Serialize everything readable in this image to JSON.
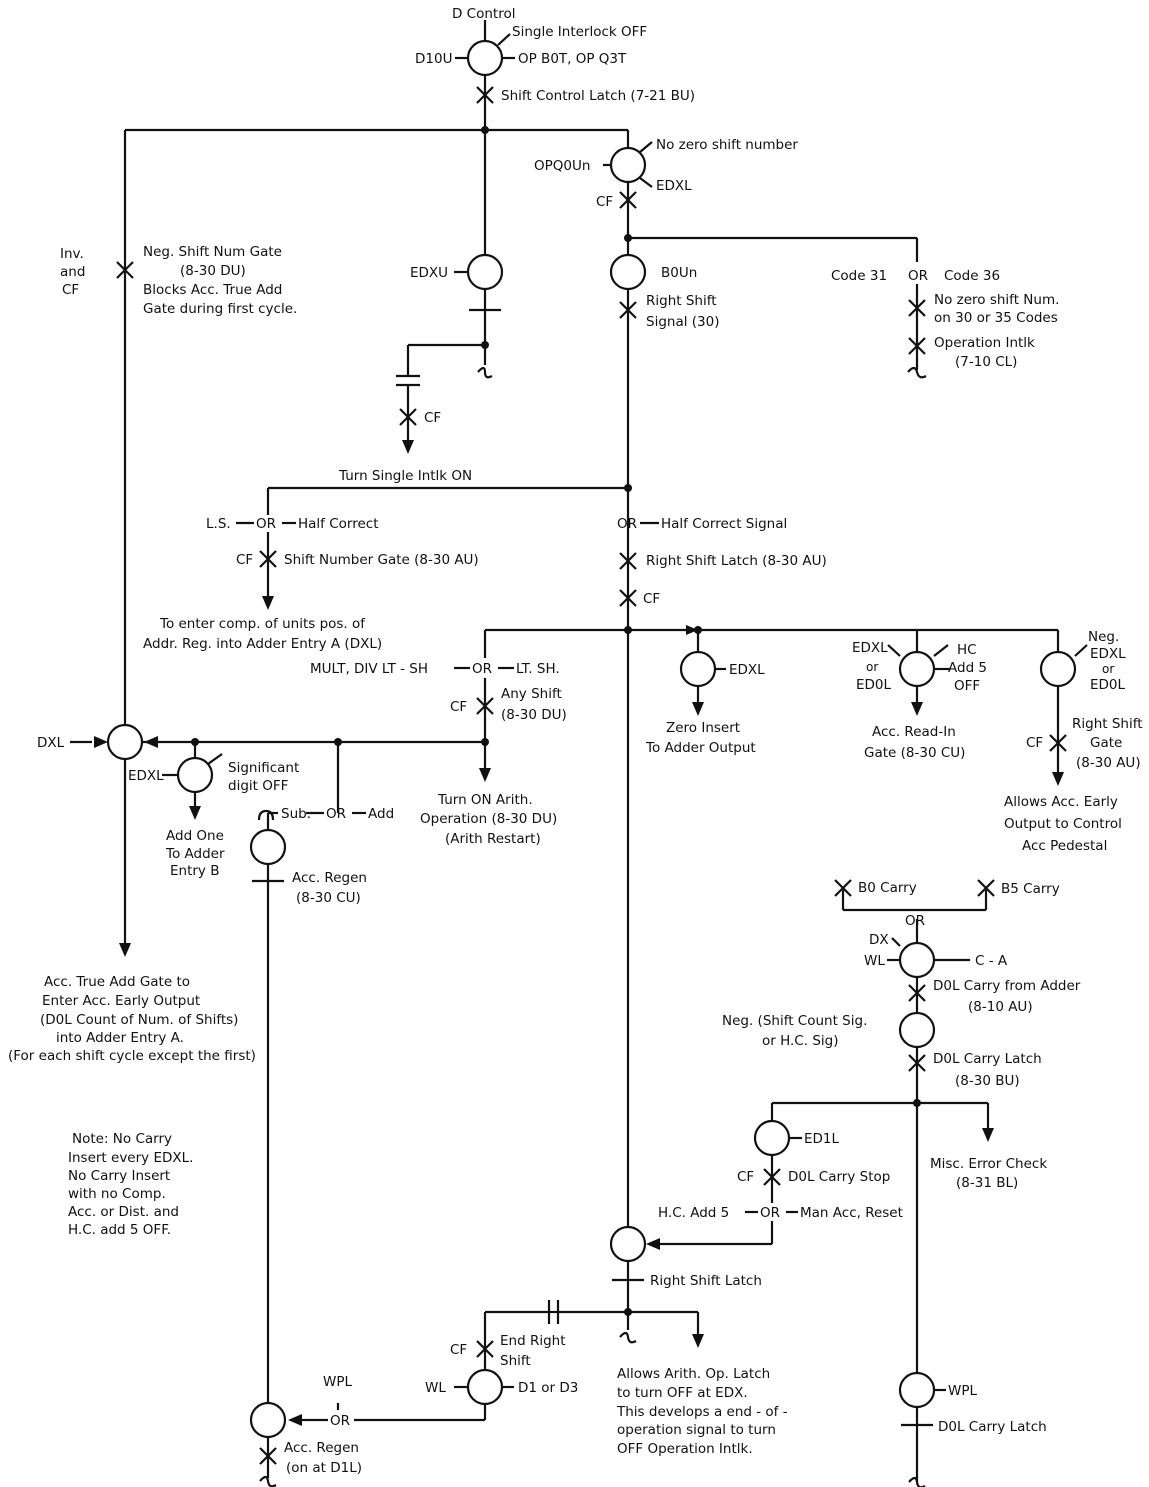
{
  "labels": {
    "d_control": "D Control",
    "single_interlock_off": "Single Interlock OFF",
    "d10u": "D10U",
    "op_b0t_q3t": "OP B0T, OP Q3T",
    "shift_control_latch": "Shift Control Latch (7-21 BU)",
    "no_zero_shift_number": "No zero shift number",
    "opq0un": "OPQ0Un",
    "edxl_top": "EDXL",
    "cf_top": "CF",
    "inv": "Inv.",
    "and": "and",
    "cf_left": "CF",
    "neg_shift_num_gate": "Neg. Shift Num Gate",
    "neg_shift_num_gate_ref": "(8-30 DU)",
    "blocks_acc": "Blocks Acc. True Add",
    "gate_first_cycle": "Gate during first cycle.",
    "edxu": "EDXU",
    "b0un": "B0Un",
    "right_shift_signal": "Right Shift",
    "right_shift_signal2": "Signal (30)",
    "code31": "Code 31",
    "code36": "Code 36",
    "or_codes": "OR",
    "no_zero_shift_num": "No zero shift Num.",
    "on_30_35_codes": "on 30 or 35 Codes",
    "operation_intlk": "Operation Intlk",
    "operation_intlk_ref": "(7-10 CL)",
    "cf_cap": "CF",
    "turn_single_intlk_on": "Turn Single Intlk ON",
    "ls": "L.S.",
    "or_ls": "OR",
    "half_correct": "Half Correct",
    "cf_sng": "CF",
    "shift_number_gate": "Shift Number Gate (8-30 AU)",
    "to_enter_comp": "To enter comp. of units pos. of",
    "addr_reg": "Addr. Reg. into Adder Entry A (DXL)",
    "or_hcs": "OR",
    "half_correct_signal": "Half Correct Signal",
    "right_shift_latch_830": "Right Shift Latch (8-30 AU)",
    "cf_rsl": "CF",
    "mult_div": "MULT, DIV LT - SH",
    "or_mult": "OR",
    "lt_sh": "LT. SH.",
    "cf_any": "CF",
    "any_shift": "Any Shift",
    "any_shift_ref": "(8-30 DU)",
    "edxl_zero": "EDXL",
    "zero_insert": "Zero Insert",
    "to_adder_output": "To Adder Output",
    "edxl_or_ed0l_1": "EDXL",
    "or_small_1": "or",
    "ed0l_1": "ED0L",
    "hc": "HC",
    "add5": "Add 5",
    "off": "OFF",
    "acc_read_in": "Acc. Read-In",
    "acc_read_in_ref": "Gate (8-30 CU)",
    "neg": "Neg.",
    "edxl_neg": "EDXL",
    "or_small_2": "or",
    "ed0l_neg": "ED0L",
    "right_shift_gate": "Right Shift",
    "right_shift_gate2": "Gate",
    "right_shift_gate_ref": "(8-30 AU)",
    "cf_rsg": "CF",
    "allows_acc_early": "Allows Acc. Early",
    "output_to_control": "Output to Control",
    "acc_pedestal": "Acc Pedestal",
    "dxl": "DXL",
    "edxl_sig": "EDXL",
    "significant": "Significant",
    "digit_off": "digit OFF",
    "add_one": "Add One",
    "to_adder": "To Adder",
    "entry_b": "Entry B",
    "sub": "Sub.",
    "or_sub": "OR",
    "add": "Add",
    "acc_regen_cu": "Acc. Regen",
    "acc_regen_cu_ref": "(8-30 CU)",
    "turn_on_arith": "Turn ON Arith.",
    "operation_830du": "Operation (8-30 DU)",
    "arith_restart": "(Arith Restart)",
    "acc_true_add_1": "Acc. True Add Gate to",
    "acc_true_add_2": "Enter Acc. Early Output",
    "acc_true_add_3": "(D0L Count of Num. of Shifts)",
    "acc_true_add_4": "into Adder Entry A.",
    "acc_true_add_5": "(For each shift cycle except the first)",
    "b0_carry": "B0 Carry",
    "b5_carry": "B5  Carry",
    "or_carry": "OR",
    "dx": "DX",
    "wl_carry": "WL",
    "c_a": "C - A",
    "d0l_carry_adder": "D0L Carry from Adder",
    "d0l_carry_adder_ref": "(8-10 AU)",
    "neg_shift_count": "Neg. (Shift Count Sig.",
    "or_hc_sig": "or H.C. Sig)",
    "d0l_carry_latch": "D0L Carry Latch",
    "d0l_carry_latch_ref": "(8-30 BU)",
    "ed1l": "ED1L",
    "cf_stop": "CF",
    "d0l_carry_stop": "D0L Carry Stop",
    "misc_error": "Misc. Error Check",
    "misc_error_ref": "(8-31 BL)",
    "note_1": "Note: No Carry",
    "note_2": "Insert every EDXL.",
    "note_3": "No Carry Insert",
    "note_4": "with no Comp.",
    "note_5": "Acc. or Dist. and",
    "note_6": "H.C. add 5 OFF.",
    "hc_add5": "H.C. Add 5",
    "or_man": "OR",
    "man_acc_reset": "Man Acc, Reset",
    "right_shift_latch": "Right Shift Latch",
    "cf_end": "CF",
    "end_right": "End Right",
    "shift": "Shift",
    "wl_end": "WL",
    "d1_or_d3": "D1 or D3",
    "allows_1": "Allows Arith. Op. Latch",
    "allows_2": "to turn OFF at EDX.",
    "allows_3": "This develops a end - of -",
    "allows_4": "operation signal to turn",
    "allows_5": "OFF Operation Intlk.",
    "wpl_left": "WPL",
    "or_wpl": "OR",
    "acc_regen_d1l": "Acc. Regen",
    "acc_regen_d1l_ref": "(on at D1L)",
    "wpl_right": "WPL",
    "d0l_carry_latch_bottom": "D0L Carry Latch"
  }
}
